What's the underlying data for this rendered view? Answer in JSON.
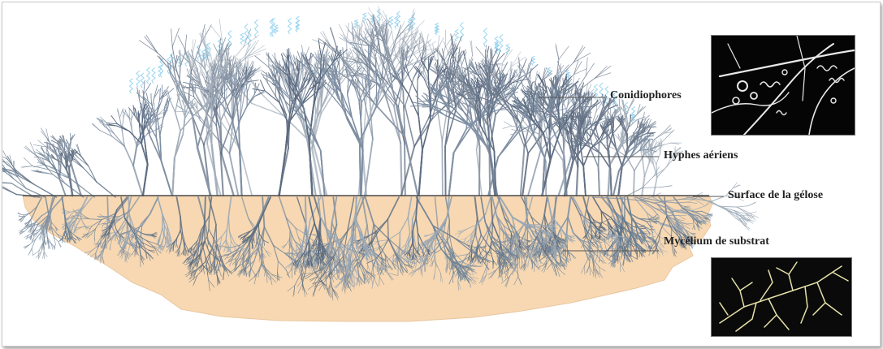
{
  "labels": {
    "conidiophores": "Conidiophores",
    "aerial_hyphae": "Hyphes aériens",
    "agar_surface": "Surface de la gélose",
    "substrate_mycelium": "Mycélium de substrat"
  },
  "colors": {
    "agar": "#f7d8b2",
    "aerial_hyphae": "#8a96a6",
    "substrate_hyphae": "#6f8396",
    "spores": "#8fd0ee",
    "leader_line": "#555555",
    "inset_background": "#000000"
  }
}
